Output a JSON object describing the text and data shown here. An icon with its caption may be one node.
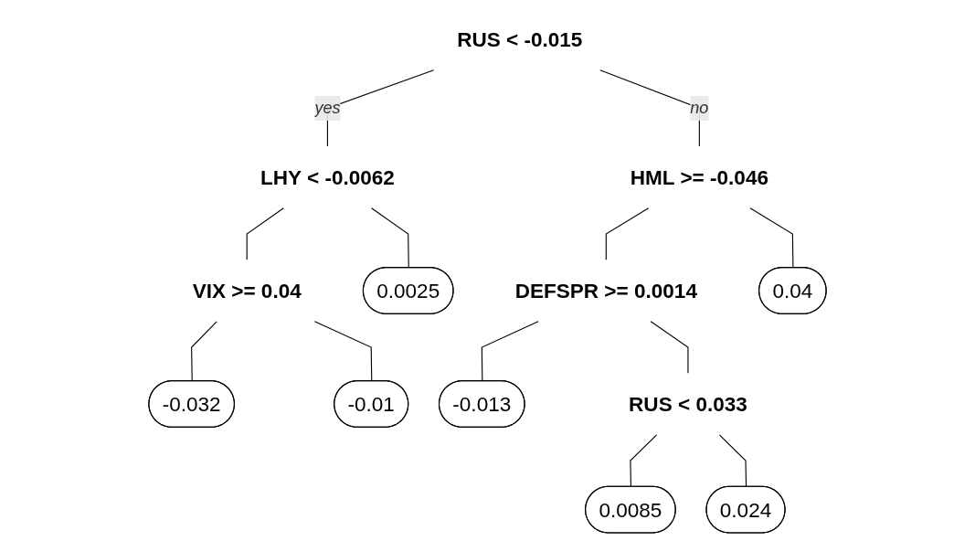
{
  "diagram": {
    "nodes": [
      {
        "text": [
          "RUS < -0.015"
        ]
      },
      {
        "text": [
          "LHY < -0.0062"
        ]
      },
      {
        "text": [
          "HML >= -0.046"
        ]
      },
      {
        "text": [
          "VIX >= 0.04"
        ]
      },
      {
        "text": [
          "0.0025"
        ]
      },
      {
        "text": [
          "DEFSPR >= 0.0014"
        ]
      },
      {
        "text": [
          "0.04"
        ]
      },
      {
        "text": [
          "-0.032"
        ]
      },
      {
        "text": [
          "-0.01"
        ]
      },
      {
        "text": [
          "-0.013"
        ]
      },
      {
        "text": [
          "RUS < 0.033"
        ]
      },
      {
        "text": [
          "0.0085"
        ]
      },
      {
        "text": [
          "0.024"
        ]
      }
    ],
    "edges": [
      {
        "from": 0,
        "to": 1,
        "arrow": "none",
        "label": "yes"
      },
      {
        "from": 0,
        "to": 2,
        "arrow": "none",
        "label": "no"
      },
      {
        "from": 1,
        "to": 3,
        "arrow": "none"
      },
      {
        "from": 1,
        "to": 4,
        "arrow": "none"
      },
      {
        "from": 2,
        "to": 5,
        "arrow": "none"
      },
      {
        "from": 2,
        "to": 6,
        "arrow": "none"
      },
      {
        "from": 3,
        "to": 7,
        "arrow": "none"
      },
      {
        "from": 3,
        "to": 8,
        "arrow": "none"
      },
      {
        "from": 5,
        "to": 9,
        "arrow": "none"
      },
      {
        "from": 5,
        "to": 10,
        "arrow": "none"
      },
      {
        "from": 10,
        "to": 11,
        "arrow": "none"
      },
      {
        "from": 10,
        "to": 12,
        "arrow": "none"
      }
    ]
  }
}
